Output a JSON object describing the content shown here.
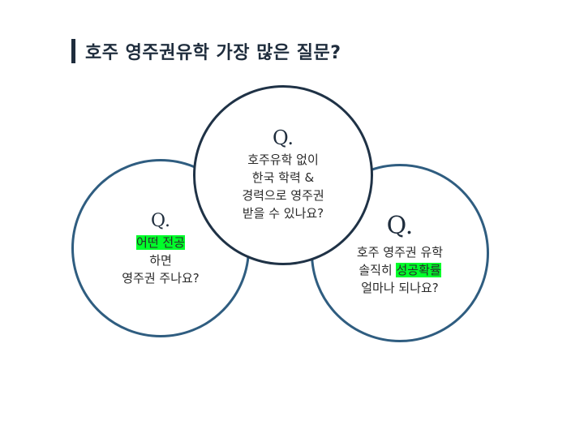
{
  "title": "호주 영주권유학 가장 많은 질문?",
  "questions": {
    "top": {
      "q": "Q.",
      "lines": [
        "호주유학 없이",
        "한국 학력 &",
        "경력으로 영주권",
        "받을 수 있나요?"
      ]
    },
    "left": {
      "q": "Q.",
      "highlight": "어떤 전공",
      "lines": [
        "하면",
        "영주권 주나요?"
      ]
    },
    "right": {
      "q": "Q.",
      "line1": "호주 영주권 유학",
      "line2_prefix": "솔직히 ",
      "highlight": "성공확률",
      "line3": "얼마나 되나요?"
    }
  },
  "colors": {
    "title": "#1f2d3d",
    "circle_border": "#2f5d80",
    "circle_border_top": "#1f3246",
    "highlight": "#00ff2a"
  }
}
